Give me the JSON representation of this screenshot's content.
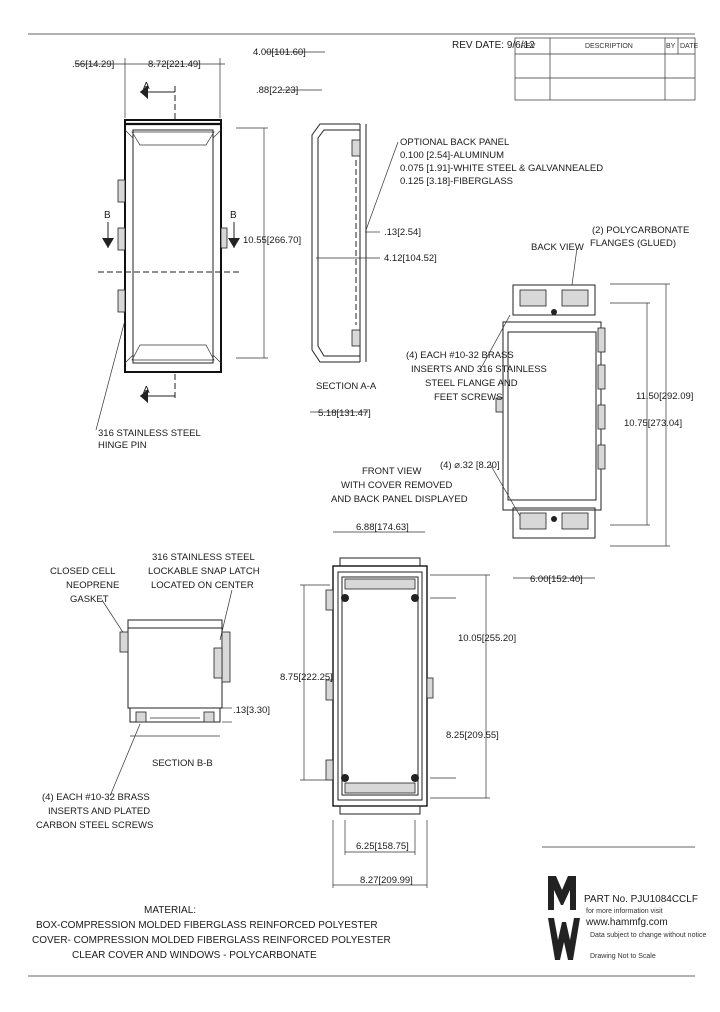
{
  "title_block": {
    "rev_date": "REV DATE: 9/6/12",
    "rev_label": "REV",
    "desc_label": "DESCRIPTION",
    "by_label": "BY",
    "date_label": "DATE"
  },
  "dimensions": {
    "d_056": ".56[14.29]",
    "d_872": "8.72[221.49]",
    "d_400": "4.00[101.60]",
    "d_088": ".88[22.23]",
    "d_1055": "10.55[266.70]",
    "d_013": ".13[2.54]",
    "d_412": "4.12[104.52]",
    "d_518": "5.18[131.47]",
    "d_1150": "11.50[292.09]",
    "d_1075": "10.75[273.04]",
    "d_4hole": "(4) ⌀.32 [8.20]",
    "d_600": "6.00[152.40]",
    "d_688": "6.88[174.63]",
    "d_1005": "10.05[255.20]",
    "d_875": "8.75[222.25]",
    "d_825": "8.25[209.55]",
    "d_013b": ".13[3.30]",
    "d_625": "6.25[158.75]",
    "d_827": "8.27[209.99]"
  },
  "callouts": {
    "back_panel": [
      "OPTIONAL BACK PANEL",
      "0.100 [2.54]-ALUMINUM",
      "0.075 [1.91]-WHITE STEEL & GALVANNEALED",
      "0.125 [3.18]-FIBERGLASS"
    ],
    "flanges": [
      "(2) POLYCARBONATE",
      "FLANGES (GLUED)"
    ],
    "back_view": "BACK VIEW",
    "brass_inserts": [
      "(4) EACH #10-32 BRASS",
      "INSERTS AND 316 STAINLESS",
      "STEEL FLANGE AND",
      "FEET SCREWS"
    ],
    "hinge_pin": [
      "316 STAINLESS STEEL",
      "HINGE PIN"
    ],
    "section_aa": "SECTION A-A",
    "front_view": [
      "FRONT VIEW",
      "WITH COVER REMOVED",
      "AND BACK PANEL DISPLAYED"
    ],
    "gasket": [
      "CLOSED CELL",
      "NEOPRENE",
      "GASKET"
    ],
    "snap_latch": [
      "316 STAINLESS STEEL",
      "LOCKABLE SNAP LATCH",
      "LOCATED ON CENTER"
    ],
    "section_bb": "SECTION B-B",
    "steel_screws": [
      "(4) EACH #10-32 BRASS",
      "INSERTS AND PLATED",
      "CARBON STEEL SCREWS"
    ],
    "label_a": "A",
    "label_b": "B"
  },
  "material": {
    "heading": "MATERIAL:",
    "lines": [
      "BOX-COMPRESSION MOLDED FIBERGLASS REINFORCED POLYESTER",
      "COVER- COMPRESSION MOLDED FIBERGLASS REINFORCED POLYESTER",
      "CLEAR COVER AND WINDOWS - POLYCARBONATE"
    ]
  },
  "part": {
    "part_no": "PART No. PJU1084CCLF",
    "info": "for more information visit",
    "url": "www.hammfg.com",
    "notice": "Data subject to change without notice",
    "scale": "Drawing Not to Scale"
  },
  "colors": {
    "ink": "#1a1a1a",
    "panel": "#d8d8d8"
  }
}
